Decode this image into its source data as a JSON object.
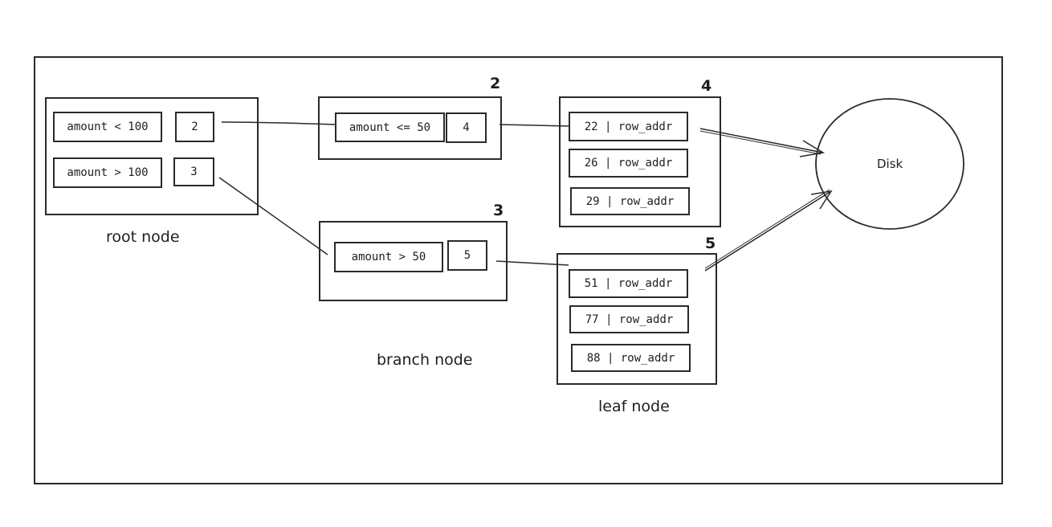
{
  "root_node": {
    "label": "root node",
    "rows": [
      {
        "key": "amount < 100",
        "ptr": "2"
      },
      {
        "key": "amount > 100",
        "ptr": "3"
      }
    ]
  },
  "branch_nodes": {
    "label": "branch node",
    "node_2": {
      "id": "2",
      "key": "amount <= 50",
      "ptr": "4"
    },
    "node_3": {
      "id": "3",
      "key": "amount > 50",
      "ptr": "5"
    }
  },
  "leaf_nodes": {
    "label": "leaf node",
    "node_4": {
      "id": "4",
      "rows": [
        "22 | row_addr",
        "26 | row_addr",
        "29 | row_addr"
      ]
    },
    "node_5": {
      "id": "5",
      "rows": [
        "51 | row_addr",
        "77 | row_addr",
        "88 | row_addr"
      ]
    }
  },
  "disk": {
    "label": "Disk"
  },
  "colors": {
    "stroke": "#2a2a2a",
    "background": "#ffffff"
  }
}
